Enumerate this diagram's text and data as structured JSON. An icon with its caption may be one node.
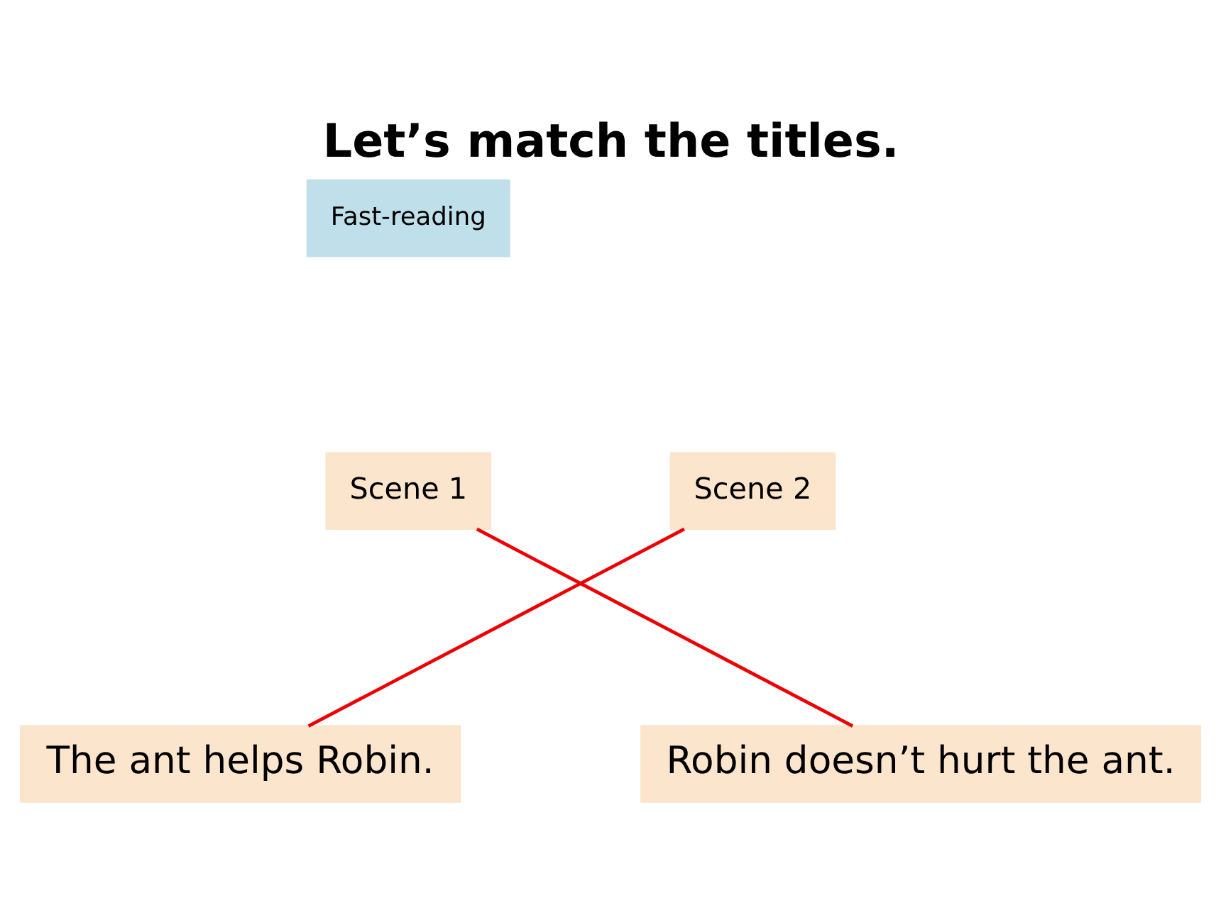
{
  "diagram": {
    "title": "Let’s match the titles.",
    "nodes": [
      {
        "text": [
          "Fast-reading"
        ]
      },
      {
        "text": [
          "Scene 1"
        ]
      },
      {
        "text": [
          "Scene 2"
        ]
      },
      {
        "text": [
          "The ant helps Robin."
        ]
      },
      {
        "text": [
          "Robin doesn’t hurt the ant."
        ]
      }
    ],
    "edges": [
      {
        "from": 1,
        "to": 4,
        "arrow": "none"
      },
      {
        "from": 2,
        "to": 3,
        "arrow": "none"
      }
    ]
  }
}
